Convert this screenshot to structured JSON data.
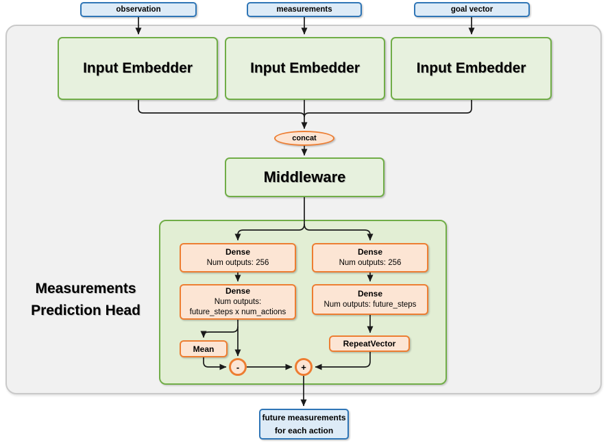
{
  "colors": {
    "blue_fill": "#DDEBF7",
    "blue_border": "#2E75B6",
    "green_fill": "#E7F1DE",
    "green_border": "#70AD47",
    "container_green_fill": "#E2EED4",
    "orange_fill": "#FCE5D4",
    "orange_border": "#ED7D31",
    "gray_fill": "#F1F1F1",
    "gray_border": "#C9C9C9",
    "arrow": "#1A1A1A"
  },
  "inputs": [
    {
      "label": "observation"
    },
    {
      "label": "measurements"
    },
    {
      "label": "goal vector"
    }
  ],
  "embedders": [
    {
      "label": "Input Embedder"
    },
    {
      "label": "Input Embedder"
    },
    {
      "label": "Input Embedder"
    }
  ],
  "concat": {
    "label": "concat"
  },
  "middleware": {
    "label": "Middleware"
  },
  "head": {
    "title_line1": "Measurements",
    "title_line2": "Prediction Head",
    "left_branch": {
      "dense1": {
        "title": "Dense",
        "subtitle": "Num outputs: 256"
      },
      "dense2": {
        "title": "Dense",
        "subtitle": "Num outputs:",
        "subtitle2": "future_steps x num_actions"
      },
      "mean": {
        "label": "Mean"
      },
      "minus": {
        "label": "-"
      }
    },
    "right_branch": {
      "dense1": {
        "title": "Dense",
        "subtitle": "Num outputs: 256"
      },
      "dense2": {
        "title": "Dense",
        "subtitle": "Num outputs: future_steps"
      },
      "repeat_vector": {
        "label": "RepeatVector"
      },
      "plus": {
        "label": "+"
      }
    }
  },
  "output": {
    "line1": "future measurements",
    "line2": "for each action"
  }
}
